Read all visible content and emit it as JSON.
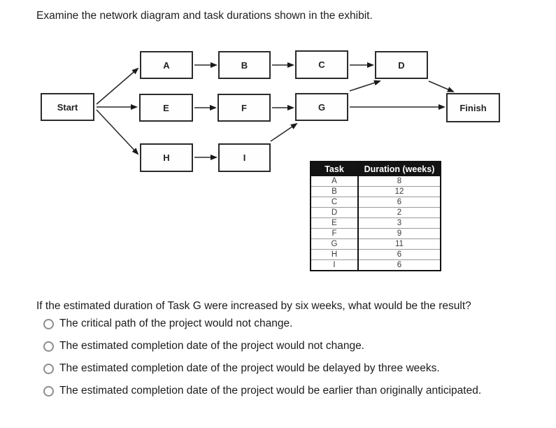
{
  "title": "Examine the network diagram and task durations shown in the exhibit.",
  "colors": {
    "text": "#1c1c1c",
    "node_border": "#2b2b2b",
    "arrow": "#1a1a1a",
    "table_header_bg": "#131313",
    "table_header_text": "#ffffff",
    "radio_outline": "#8d8d8d"
  },
  "diagram": {
    "nodes": {
      "start": {
        "label": "Start"
      },
      "a": {
        "label": "A"
      },
      "b": {
        "label": "B"
      },
      "c": {
        "label": "C"
      },
      "d": {
        "label": "D"
      },
      "e": {
        "label": "E"
      },
      "f": {
        "label": "F"
      },
      "g": {
        "label": "G"
      },
      "h": {
        "label": "H"
      },
      "i": {
        "label": "I"
      },
      "finish": {
        "label": "Finish"
      }
    },
    "edges": [
      "Start-A",
      "Start-E",
      "Start-H",
      "A-B",
      "B-C",
      "C-D",
      "E-F",
      "F-G",
      "H-I",
      "I-G",
      "G-D",
      "G-Finish",
      "D-Finish"
    ]
  },
  "table": {
    "headers": [
      "Task",
      "Duration (weeks)"
    ],
    "rows": [
      {
        "task": "A",
        "duration": "8"
      },
      {
        "task": "B",
        "duration": "12"
      },
      {
        "task": "C",
        "duration": "6"
      },
      {
        "task": "D",
        "duration": "2"
      },
      {
        "task": "E",
        "duration": "3"
      },
      {
        "task": "F",
        "duration": "9"
      },
      {
        "task": "G",
        "duration": "11"
      },
      {
        "task": "H",
        "duration": "6"
      },
      {
        "task": "I",
        "duration": "6"
      }
    ]
  },
  "question": "If the estimated duration of Task G were increased by six weeks, what would be the result?",
  "options": [
    {
      "label": "The critical path of the project would not change.",
      "selected": false
    },
    {
      "label": "The estimated completion date of the project would not change.",
      "selected": false
    },
    {
      "label": "The estimated completion date of the project would be delayed by three weeks.",
      "selected": false
    },
    {
      "label": "The estimated completion date of the project would be earlier than originally anticipated.",
      "selected": false
    }
  ]
}
